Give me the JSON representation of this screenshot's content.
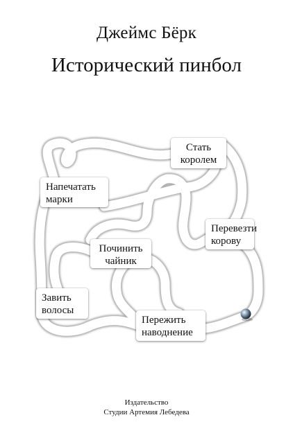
{
  "cover": {
    "author": "Джеймс Бёрк",
    "title": "Исторический пинбол"
  },
  "maze": {
    "stops": [
      {
        "id": "king",
        "lines": [
          "Стать",
          "королем"
        ]
      },
      {
        "id": "stamps",
        "lines": [
          "Напечатать",
          "марки"
        ]
      },
      {
        "id": "cow",
        "lines": [
          "Перевезти",
          "корову"
        ]
      },
      {
        "id": "kettle",
        "lines": [
          "Починить",
          "чайник"
        ]
      },
      {
        "id": "hair",
        "lines": [
          "Завить",
          "волосы"
        ]
      },
      {
        "id": "flood",
        "lines": [
          "Пережить",
          "наводнение"
        ]
      }
    ],
    "ball_icon": "pinball-ball-icon"
  },
  "publisher": {
    "line1": "Издательство",
    "line2": "Студии Артемия Лебедева"
  }
}
